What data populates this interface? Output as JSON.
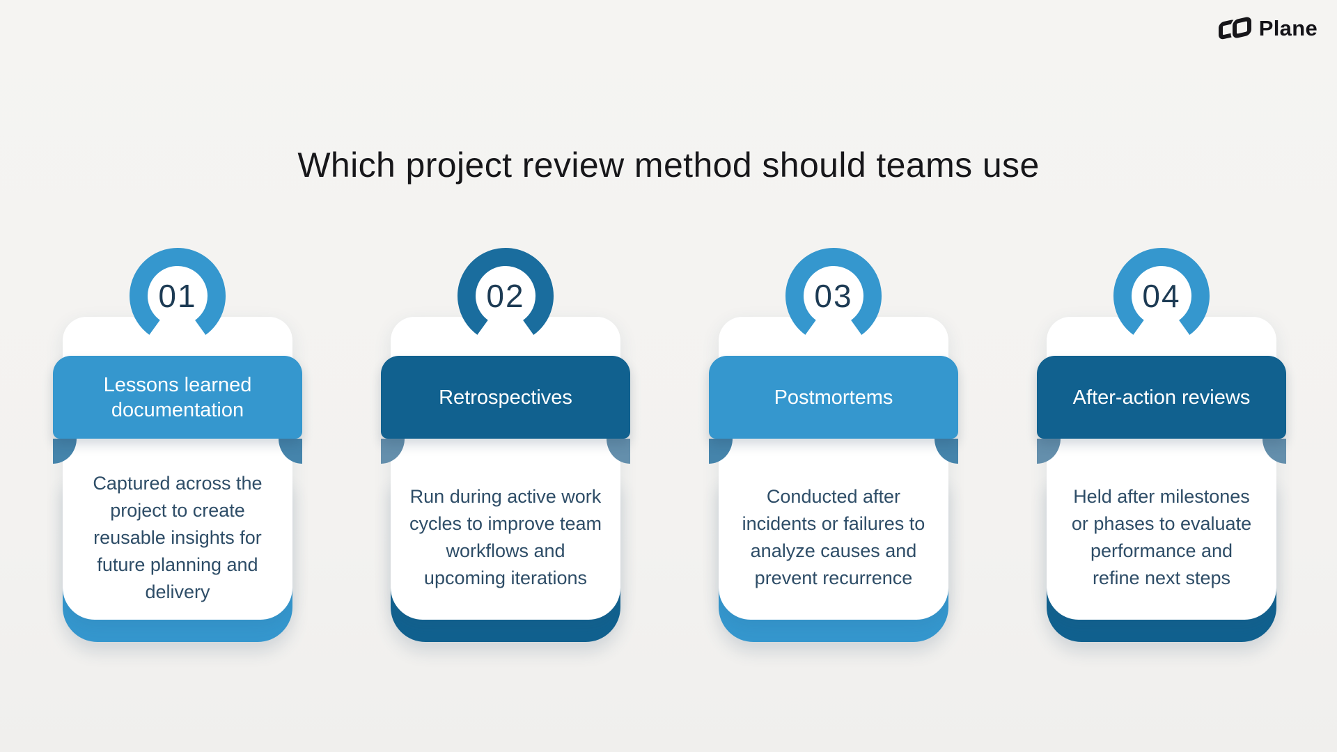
{
  "brand": {
    "name": "Plane",
    "mark_icon": "plane-logo-mark"
  },
  "title": "Which project review method should teams use",
  "colors": {
    "background": "#f4f3f1",
    "accent_light_blue": "#3597ce",
    "accent_dark_blue": "#11618f",
    "ring_dark_blue": "#1a6d9e",
    "fold_on_light": "#4584ab",
    "fold_on_dark": "#648fac",
    "card_white": "#ffffff",
    "header_text": "#ffffff",
    "body_text": "#2e4d67",
    "number_text": "#1d3b54",
    "title_text": "#17171a",
    "logo_text": "#141318"
  },
  "cards": [
    {
      "number": "01",
      "accent": "light",
      "ring": "light",
      "title": "Lessons learned\ndocumentation",
      "description": "Captured across the\nproject to create\nreusable insights for\nfuture planning and\ndelivery"
    },
    {
      "number": "02",
      "accent": "dark",
      "ring": "dark",
      "title": "Retrospectives",
      "description": "Run during active work\ncycles to improve team\nworkflows and\nupcoming iterations"
    },
    {
      "number": "03",
      "accent": "light",
      "ring": "light",
      "title": "Postmortems",
      "description": "Conducted after\nincidents or failures to\nanalyze causes and\nprevent recurrence"
    },
    {
      "number": "04",
      "accent": "dark",
      "ring": "light",
      "title": "After-action reviews",
      "description": "Held after milestones\nor phases to evaluate\nperformance and\nrefine next steps"
    }
  ]
}
